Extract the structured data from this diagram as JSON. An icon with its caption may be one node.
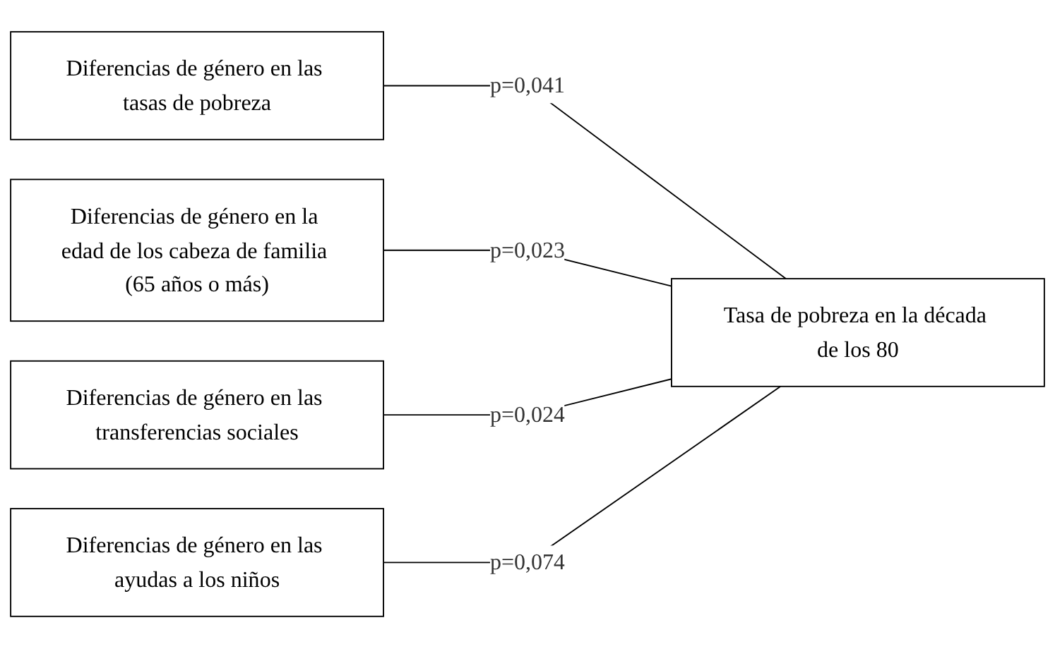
{
  "diagram": {
    "nodes": [
      {
        "text": [
          "Diferencias de género en las tasas de pobreza"
        ]
      },
      {
        "text": [
          "Diferencias de género en la edad de los cabeza de familia (65 años o más)"
        ]
      },
      {
        "text": [
          "Diferencias de género en las transferencias sociales"
        ]
      },
      {
        "text": [
          "Diferencias de género en las ayudas a los niños"
        ]
      },
      {
        "text": [
          "Tasa de pobreza en la década de los 80"
        ]
      }
    ],
    "edges": [
      {
        "from": 0,
        "to": 4,
        "arrow": "none",
        "label": "p=0,041"
      },
      {
        "from": 1,
        "to": 4,
        "arrow": "none",
        "label": "p=0,023"
      },
      {
        "from": 2,
        "to": 4,
        "arrow": "none",
        "label": "p=0,024"
      },
      {
        "from": 3,
        "to": 4,
        "arrow": "none",
        "label": "p=0,074"
      }
    ]
  }
}
